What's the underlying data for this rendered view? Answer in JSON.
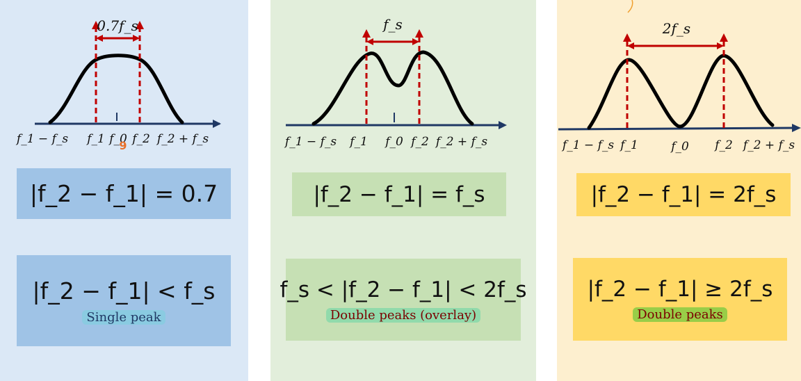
{
  "colors": {
    "panel1_bg": "#dbe8f6",
    "panel2_bg": "#e2eedb",
    "panel3_bg": "#fdefcf",
    "box1": "#9fc3e6",
    "box2": "#c6e0b4",
    "box3": "#ffd966",
    "arrow_dash": "#c00000",
    "axis": "#1f3864",
    "curve": "#000000"
  },
  "panels": [
    {
      "separation_label": "0.7f_s",
      "ticks": [
        "f_1 − f_s",
        "f_1",
        "f_0",
        "f_2",
        "f_2 + f_s"
      ],
      "equality": "|f_2 − f_1| = 0.7",
      "condition": "|f_2 − f_1| < f_s",
      "description": "Single peak",
      "description_color": "#1f3864"
    },
    {
      "separation_label": "f_s",
      "ticks": [
        "f_1 − f_s",
        "f_1",
        "f_0",
        "f_2",
        "f_2 + f_s"
      ],
      "equality": "|f_2 − f_1| = f_s",
      "condition": "f_s < |f_2 − f_1| < 2f_s",
      "description": "Double peaks (overlay)",
      "description_color": "#7b0000"
    },
    {
      "separation_label": "2f_s",
      "ticks": [
        "f_1 − f_s",
        "f_1",
        "f_0",
        "f_2",
        "f_2 + f_s"
      ],
      "equality": "|f_2 − f_1| = 2f_s",
      "condition": "|f_2 − f_1| ≥ 2f_s",
      "description": "Double peaks",
      "description_color": "#7b0000"
    }
  ]
}
